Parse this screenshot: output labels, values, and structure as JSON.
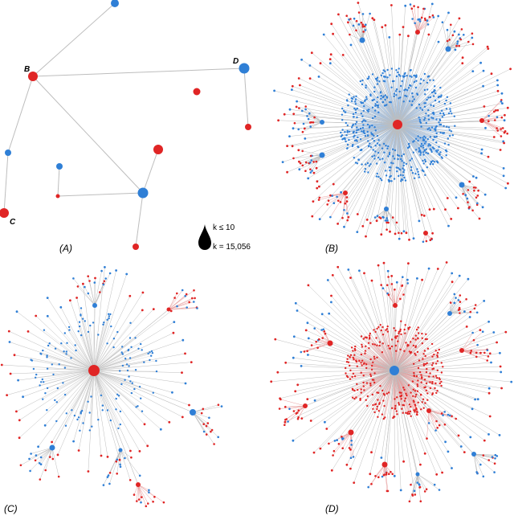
{
  "colors": {
    "red": "#e02525",
    "blue": "#2f7fd6",
    "edge": "#bdbdbd",
    "redEdge": "#e8a0a0"
  },
  "panels": {
    "a": {
      "label": "(A)"
    },
    "b": {
      "label": "(B)"
    },
    "c": {
      "label": "(C)"
    },
    "d": {
      "label": "(D)"
    }
  },
  "nodes": {
    "b": "B",
    "c": "C",
    "d": "D"
  },
  "legend": {
    "small": "k ≤ 10",
    "large": "k = 15,056"
  }
}
